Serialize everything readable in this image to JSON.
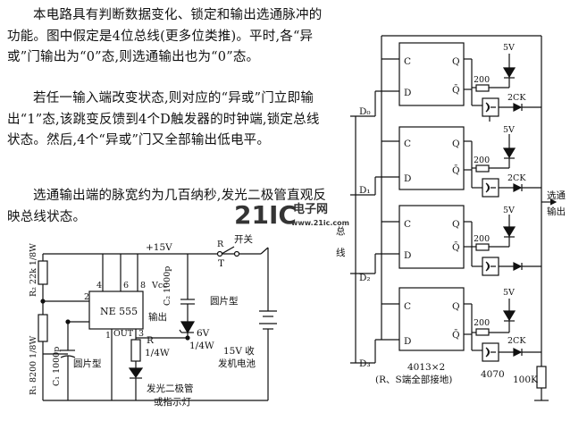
{
  "text": {
    "p1": "本电路具有判断数据变化、锁定和输出选通脉冲的功能。图中假定是4位总线(更多位类推)。平时,各“异或”门输出为“0”态,则选通输出也为“0”态。",
    "p2": "若任一输入端改变状态,则对应的“异或”门立即输出“1”态,该跳变反馈到4个D触发器的时钟端,锁定总线状态。然后,4个“异或”门又全部输出低电平。",
    "p3": "选通输出端的脉宽约为几百纳秒,发光二极管直观反映总线状态。"
  },
  "left_circuit": {
    "supply": "+15V",
    "switch": "开关",
    "r_top": "R₂ 22k 1/8W",
    "r_bot": "R₁ 8200 1/8W",
    "c1": "C₁ 1000p",
    "c1_type": "圆片型",
    "c2": "C₂ 1000p",
    "c2_type": "圆片型",
    "ic": "NE 555",
    "vcc": "Vcc",
    "out": "OUT",
    "output": "输出",
    "r": "R",
    "r_power": "1/4W",
    "zener": "6V",
    "zener_power": "1/4W",
    "battery": "15V 收",
    "battery2": "发机电池",
    "led": "发光二极管",
    "led2": "或指示灯",
    "pins": {
      "p2": "2",
      "p4": "4",
      "p6": "6",
      "p8": "8",
      "p3": "3",
      "p1": "1"
    }
  },
  "right_circuit": {
    "c": "C",
    "d": "D",
    "q": "Q",
    "qbar": "Q̄",
    "r200": "200",
    "v5": "5V",
    "led": "2CK",
    "bus": "总",
    "bus2": "线",
    "d0": "D₀",
    "d1": "D₁",
    "d2": "D₂",
    "d3": "D₃",
    "strobe": "选通",
    "strobe2": "输出",
    "ff_label": "4013×2",
    "ff_note": "(R、S端全部接地)",
    "xor": "4070",
    "r100k": "100K"
  },
  "watermark": {
    "brand": "21IC",
    "cn": "电子网",
    "url": "www.21ic.com"
  },
  "colors": {
    "ink": "#111111",
    "watermark": "#e9a8b6"
  }
}
